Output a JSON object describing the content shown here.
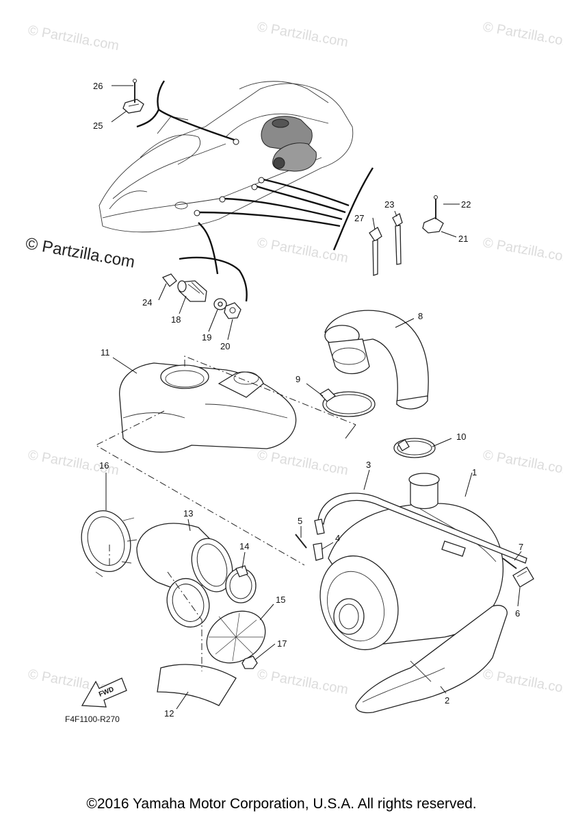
{
  "watermark_text": "© Partzilla.com",
  "big_watermark": "© Partzilla.com",
  "diagram_code": "F4F1100-R270",
  "copyright": "©2016  Yamaha Motor Corporation, U.S.A. All rights reserved.",
  "fwd_arrow_label": "FWD",
  "callouts": [
    "1",
    "2",
    "3",
    "4",
    "5",
    "6",
    "7",
    "8",
    "9",
    "10",
    "11",
    "12",
    "13",
    "14",
    "15",
    "16",
    "17",
    "18",
    "19",
    "20",
    "21",
    "22",
    "23",
    "24",
    "25",
    "26",
    "27"
  ]
}
